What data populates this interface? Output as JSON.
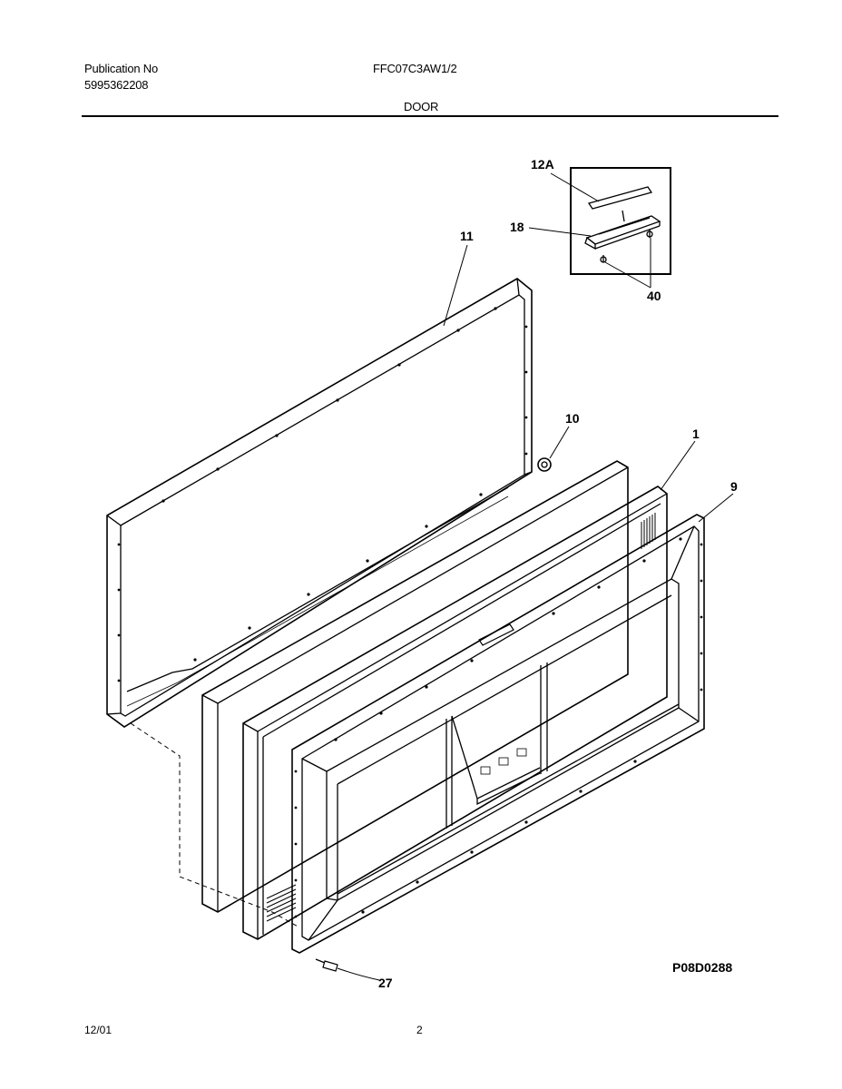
{
  "header": {
    "publication_label": "Publication No",
    "publication_number": "5995362208",
    "model": "FFC07C3AW1/2",
    "section": "DOOR"
  },
  "diagram": {
    "callouts": {
      "c12a": "12A",
      "c18": "18",
      "c40": "40",
      "c11": "11",
      "c10": "10",
      "c1": "1",
      "c9": "9",
      "c27": "27"
    },
    "drawing_id": "P08D0288"
  },
  "footer": {
    "date": "12/01",
    "page": "2"
  }
}
